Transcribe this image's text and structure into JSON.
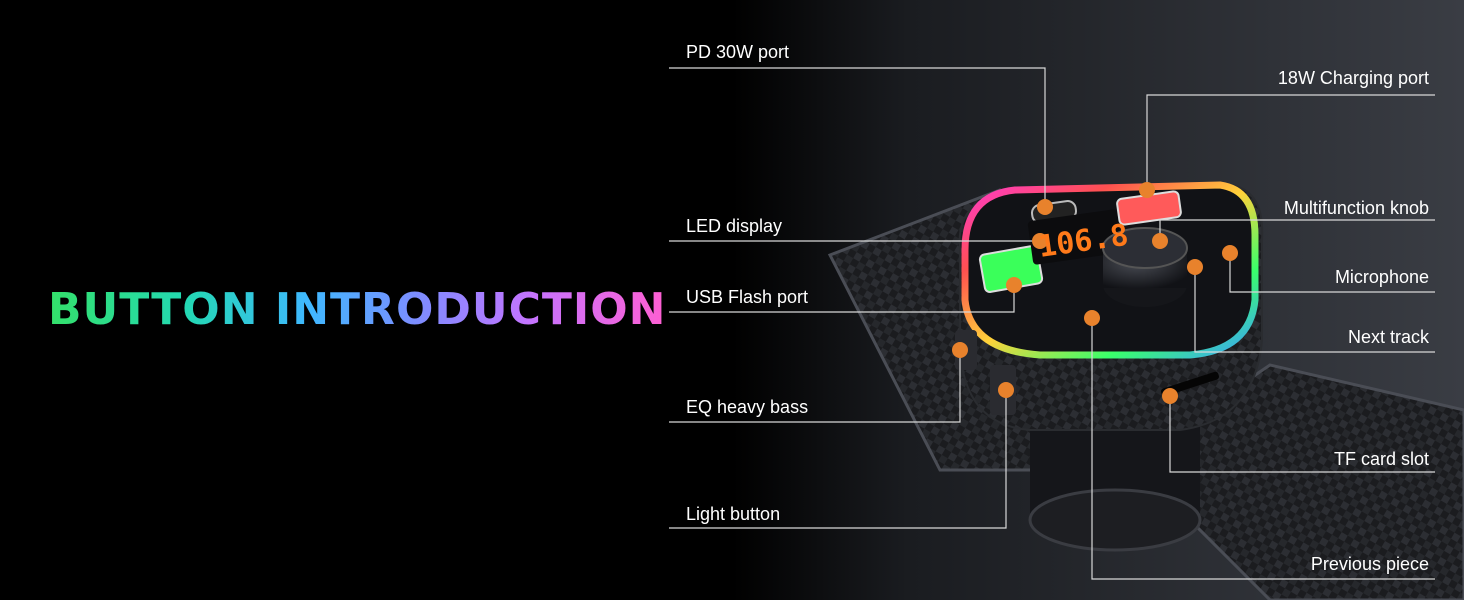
{
  "title": "BUTTON INTRODUCTION",
  "device_display": "106.8",
  "callouts": {
    "pd_port": "PD 30W port",
    "charging_port": "18W Charging port",
    "led_display": "LED display",
    "multifunction_knob": "Multifunction knob",
    "microphone": "Microphone",
    "usb_flash_port": "USB Flash port",
    "next_track": "Next track",
    "eq_heavy_bass": "EQ heavy bass",
    "tf_card_slot": "TF card slot",
    "light_button": "Light button",
    "previous_piece": "Previous piece"
  },
  "colors": {
    "background": "#000000",
    "marker": "#e8822c",
    "leader_line": "#d8d8d8",
    "label_text": "#ffffff"
  }
}
